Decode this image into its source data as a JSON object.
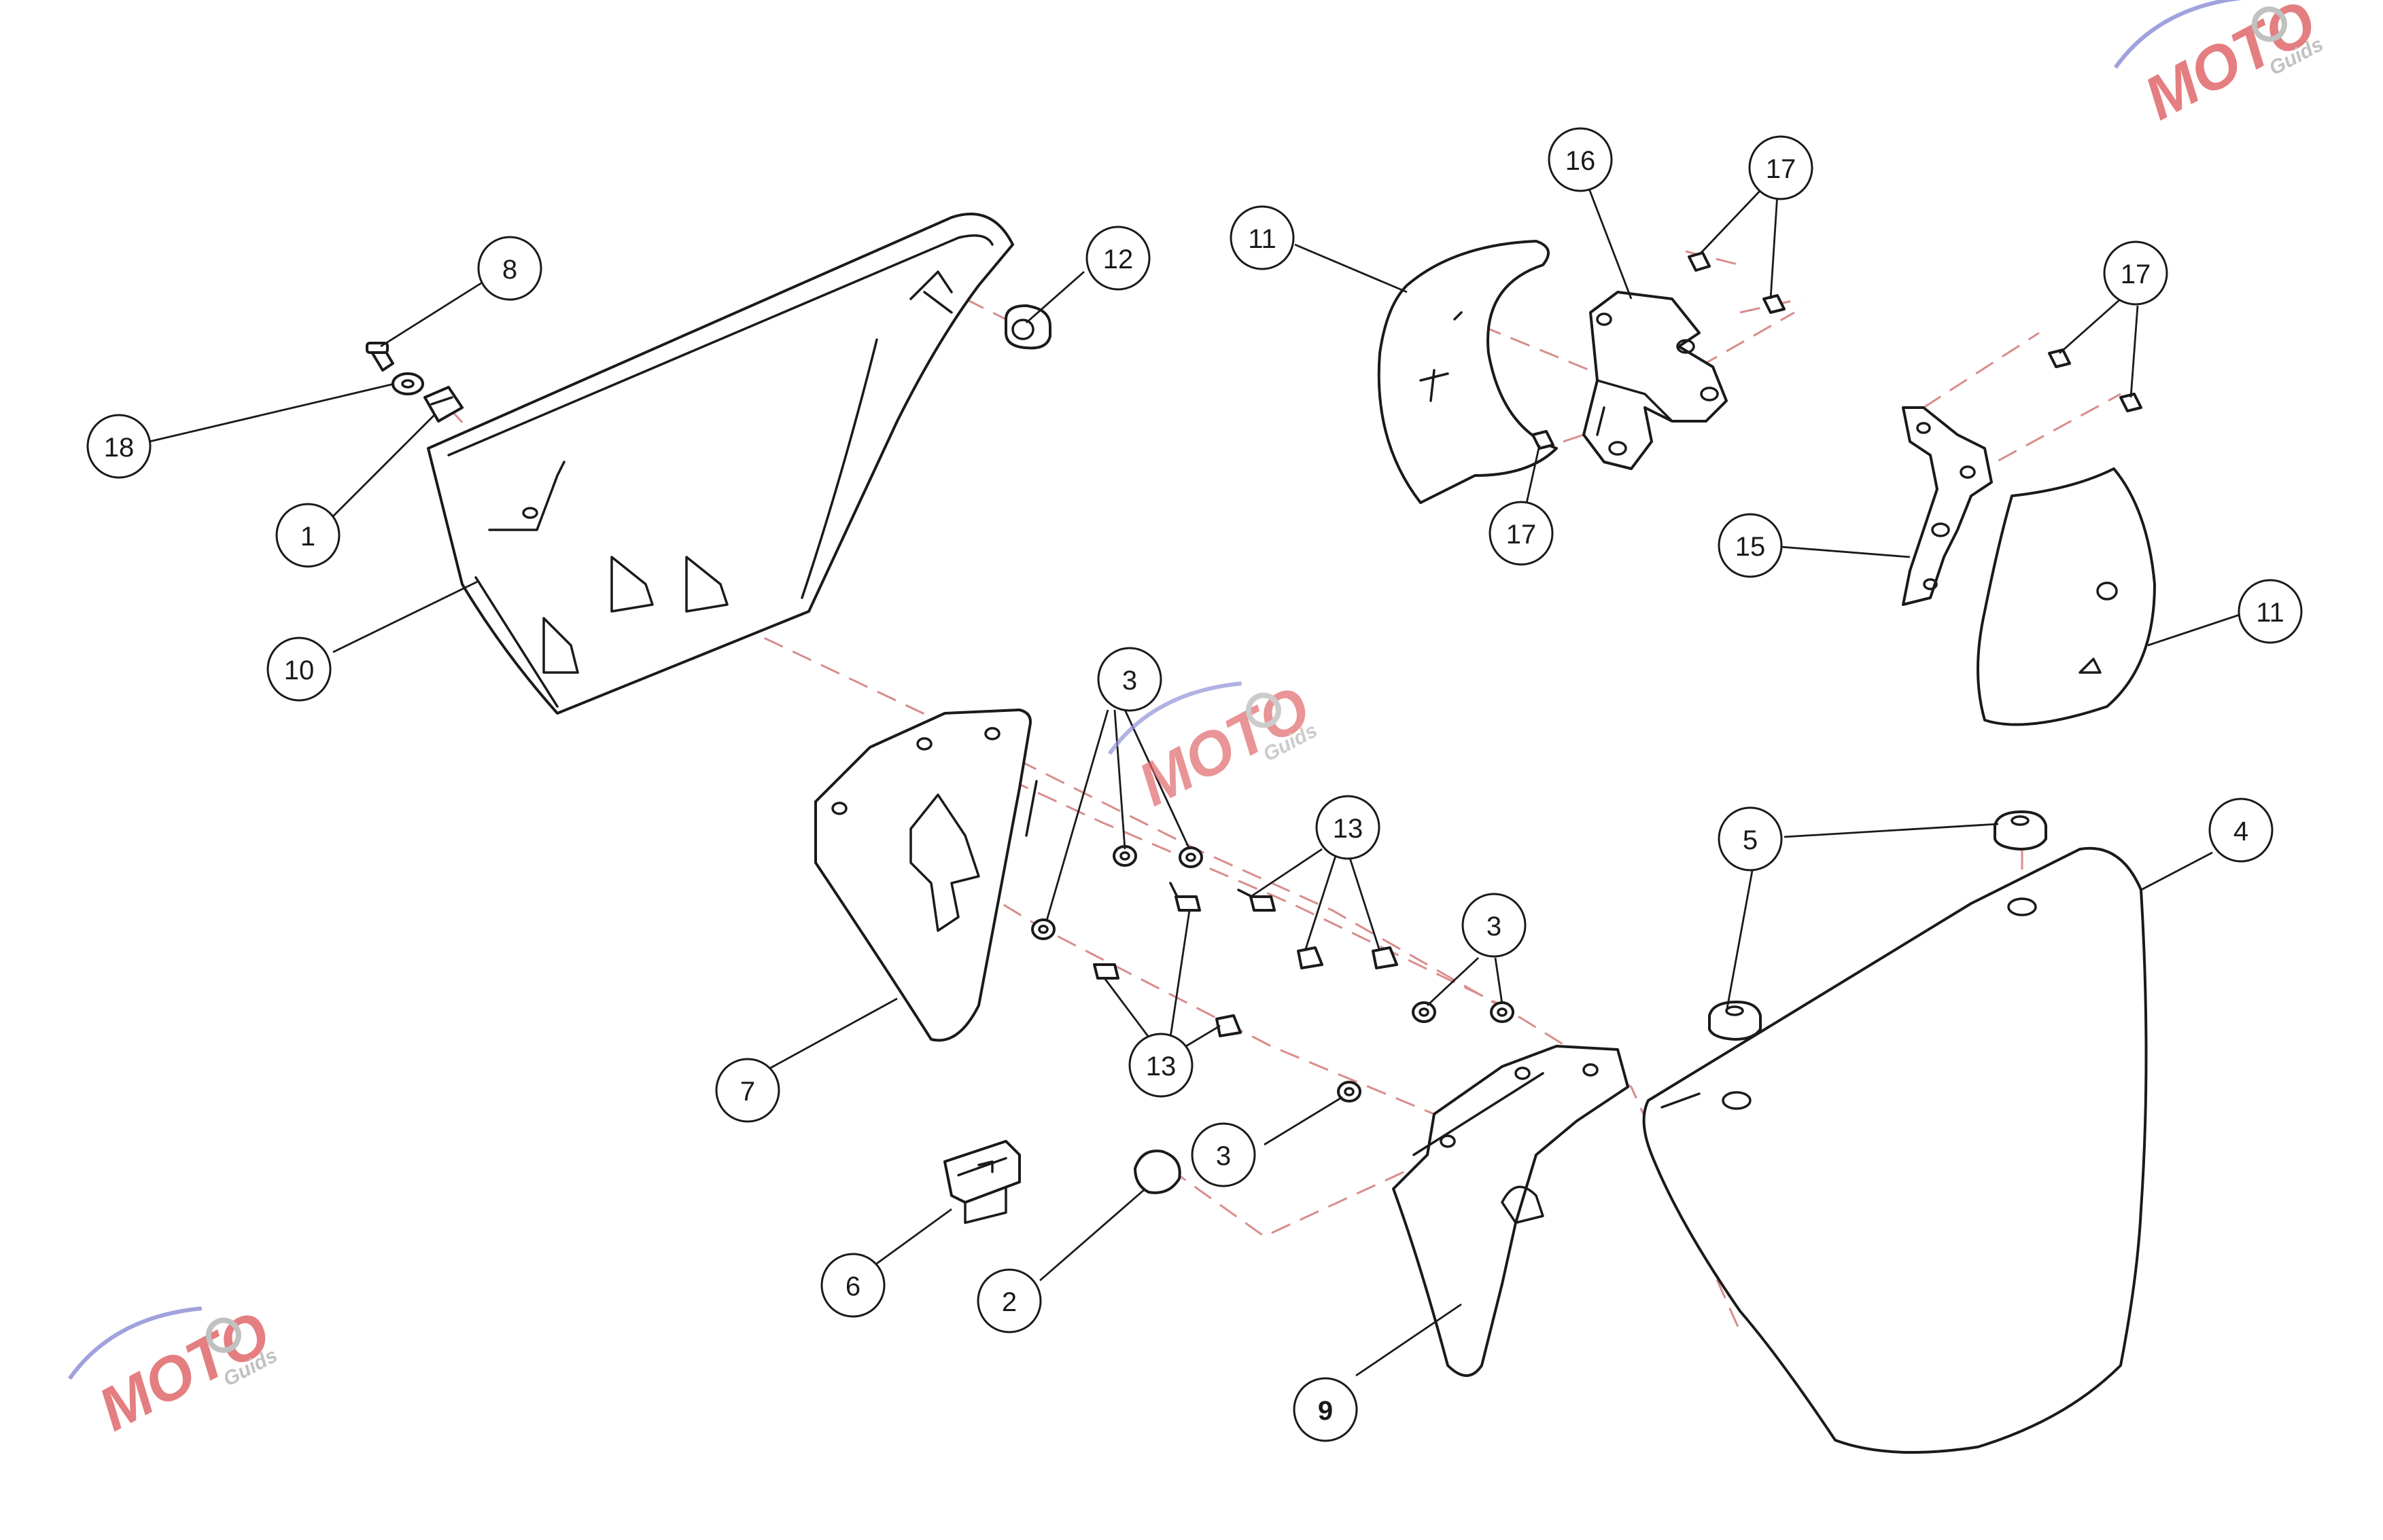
{
  "callouts": {
    "c1": "1",
    "c2": "2",
    "c3a": "3",
    "c3b": "3",
    "c3c": "3",
    "c4": "4",
    "c5": "5",
    "c6": "6",
    "c7": "7",
    "c8": "8",
    "c9": "9",
    "c10": "10",
    "c11a": "11",
    "c11b": "11",
    "c12": "12",
    "c13a": "13",
    "c13b": "13",
    "c15": "15",
    "c16": "16",
    "c17a": "17",
    "c17b": "17",
    "c17c": "17",
    "c18": "18"
  },
  "watermark": {
    "brand": "MOTO",
    "sub": "Guids"
  },
  "colors": {
    "line": "#1a1a1a",
    "dash": "#d98c8c",
    "watermark_red": "#e0686a",
    "watermark_blue": "#8f92d8",
    "watermark_grey": "#b7b7b7"
  }
}
